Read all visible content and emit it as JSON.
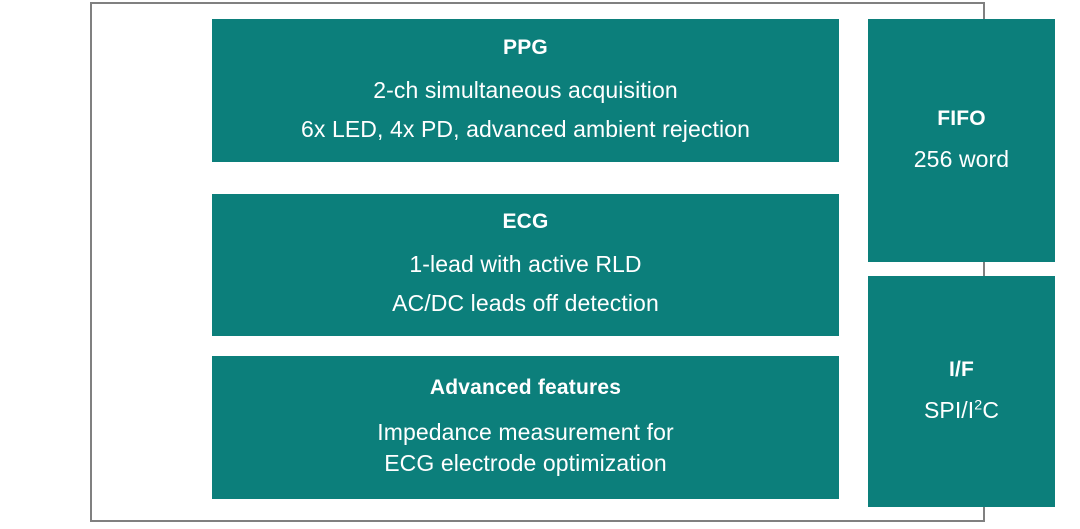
{
  "diagram": {
    "frame": {
      "border_color": "#808080",
      "background": "#ffffff"
    },
    "block_color": "#0c7f7b",
    "text_color": "#ffffff",
    "blocks": [
      {
        "id": "ppg",
        "title": "PPG",
        "lines": [
          "2-ch simultaneous acquisition",
          "6x LED, 4x PD, advanced ambient rejection"
        ]
      },
      {
        "id": "ecg",
        "title": "ECG",
        "lines": [
          "1-lead with active RLD",
          "AC/DC leads off detection"
        ]
      },
      {
        "id": "advanced-features",
        "title": "Advanced features",
        "lines": [
          "Impedance measurement for",
          "ECG electrode optimization"
        ]
      },
      {
        "id": "fifo",
        "title": "FIFO",
        "lines": [
          "256 word"
        ]
      },
      {
        "id": "interface",
        "title": "I/F",
        "lines": [
          "SPI/I2C"
        ],
        "line_parts": {
          "prefix": "SPI/I",
          "superscript": "2",
          "suffix": "C"
        }
      }
    ]
  }
}
